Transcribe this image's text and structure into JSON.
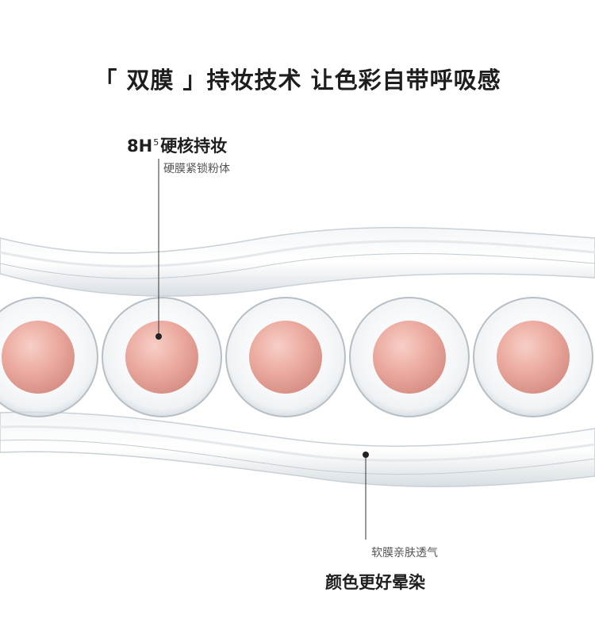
{
  "headline": "「 双膜 」持妆技术 让色彩自带呼吸感",
  "hard_film": {
    "title_prefix": "8H",
    "title_sup": "5",
    "title_main": "硬核持妆",
    "subtitle": "硬膜紧锁粉体"
  },
  "soft_film": {
    "subtitle": "软膜亲肤透气",
    "title": "颜色更好晕染"
  },
  "colors": {
    "pigment_sphere": "#e9a79c",
    "bubble": "#eef2f5",
    "film": "#dfe4e8",
    "text": "#1e1e1e"
  }
}
